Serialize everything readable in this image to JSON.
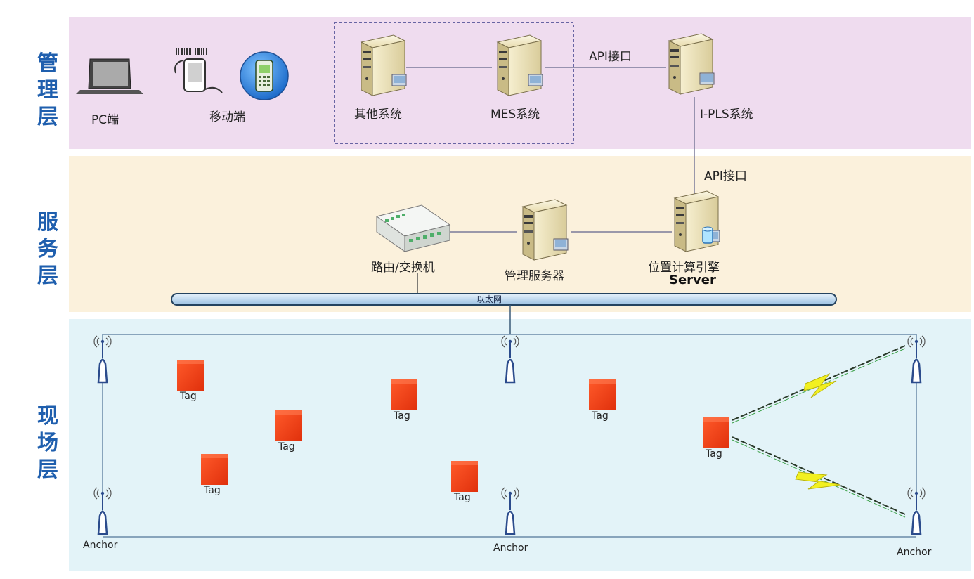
{
  "layers": {
    "management": [
      "管",
      "理",
      "层"
    ],
    "service": [
      "服",
      "务",
      "层"
    ],
    "field": [
      "现",
      "场",
      "层"
    ]
  },
  "management": {
    "pc_label": "PC端",
    "mobile_label": "移动端",
    "other_system_label": "其他系统",
    "mes_label": "MES系统",
    "ipls_label": "I-PLS系统",
    "api_top_label": "API接口"
  },
  "service": {
    "api_vertical_label": "API接口",
    "router_label": "路由/交换机",
    "mgmt_server_label": "管理服务器",
    "engine_label": "位置计算引擎",
    "engine_sublabel": "Server",
    "ethernet_label": "以太网"
  },
  "field": {
    "tag_label": "Tag",
    "anchor_label": "Anchor"
  },
  "colors": {
    "layer_text": "#1f5fae",
    "management_band": "#efdcef",
    "service_band": "#fbf1dc",
    "field_band": "#e3f3f8",
    "tag_red": "#f03a12",
    "lightning_yellow": "#f2f020"
  }
}
